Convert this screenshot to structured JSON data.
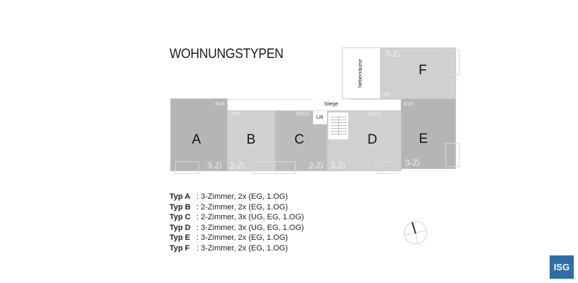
{
  "title": "WOHNUNGSTYPEN",
  "plan": {
    "units": [
      {
        "id": "A",
        "letter": "A",
        "rooms_label": "3-Zi",
        "numbers": "8/14",
        "color": "#b5b5b5"
      },
      {
        "id": "B",
        "letter": "B",
        "rooms_label": "2-Zi",
        "numbers": "7/13",
        "color": "#d0d0d0"
      },
      {
        "id": "C",
        "letter": "C",
        "rooms_label": "2-Zi",
        "numbers": "2/6/12",
        "color": "#bcbcbc"
      },
      {
        "id": "D",
        "letter": "D",
        "rooms_label": "3-Zi",
        "numbers": "1/5/11",
        "color": "#d0d0d0"
      },
      {
        "id": "E",
        "letter": "E",
        "rooms_label": "3-Zi",
        "numbers": "4/10",
        "color": "#b5b5b5"
      },
      {
        "id": "F",
        "letter": "F",
        "rooms_label": "3-Zi",
        "numbers": "3/9",
        "color": "#d0d0d0"
      }
    ],
    "labels": {
      "nebenraeume": "Nebenräume",
      "stiege": "Stiege",
      "lift": "Lift"
    }
  },
  "legend": [
    {
      "type": "Typ A",
      "desc": "3-Zimmer, 2x (EG, 1.OG)"
    },
    {
      "type": "Typ B",
      "desc": "2-Zimmer, 2x (EG, 1.OG)"
    },
    {
      "type": "Typ C",
      "desc": "2-Zimmer, 3x (UG, EG, 1.OG)"
    },
    {
      "type": "Typ D",
      "desc": "3-Zimmer, 3x (UG, EG, 1.OG)"
    },
    {
      "type": "Typ E",
      "desc": "3-Zimmer, 2x (EG, 1.OG)"
    },
    {
      "type": "Typ F",
      "desc": "3-Zimmer, 2x (EG, 1.OG)"
    }
  ],
  "compass": {
    "icon": "north-arrow-icon"
  },
  "logo": {
    "text": "ISG",
    "color": "#2e6ea8"
  }
}
